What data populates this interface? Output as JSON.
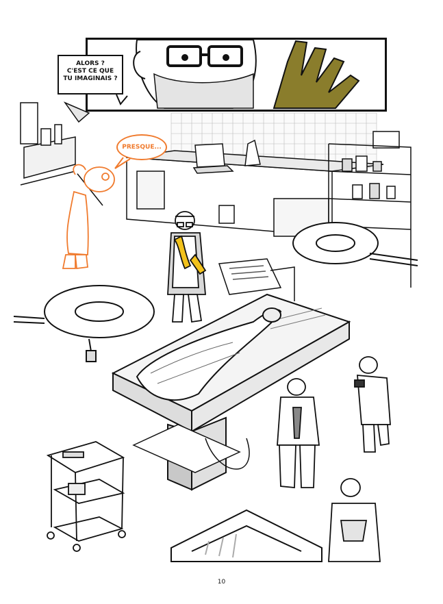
{
  "caption": {
    "lines": [
      "ALORS ?",
      "C'EST CE QUE",
      "TU IMAGINAIS ?"
    ]
  },
  "speech_bubble": {
    "text": "PRESQUE..."
  },
  "page_number": "10",
  "colors": {
    "ink": "#111111",
    "accent_orange": "#f07b2e",
    "glove_olive": "#8a7d2c",
    "glove_yellow": "#f2c21c",
    "grey_tone": "#c8c8c8",
    "light_grey": "#e6e6e6"
  }
}
